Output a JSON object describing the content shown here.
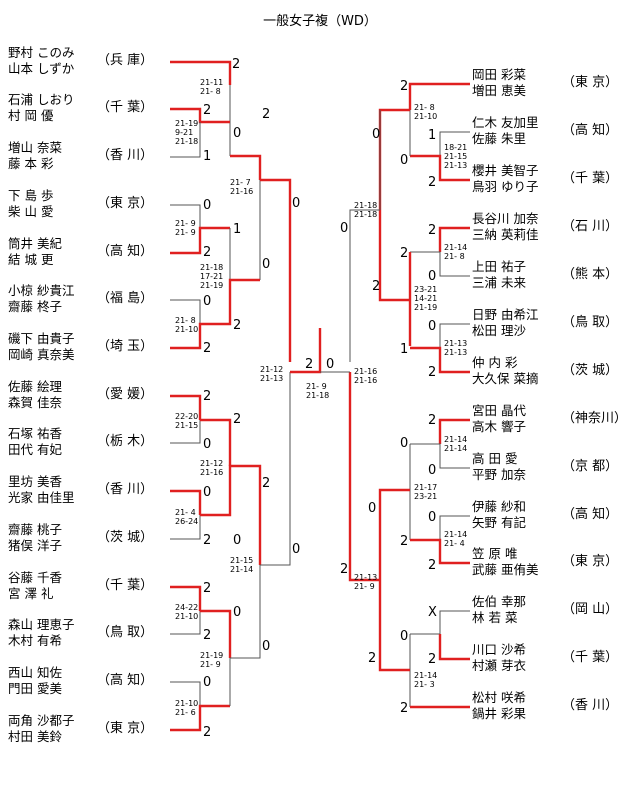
{
  "title": "一般女子複（WD）",
  "left": [
    {
      "p1": "野村 このみ",
      "p2": "山本 しずか",
      "pref": "（兵 庫）"
    },
    {
      "p1": "石浦 しおり",
      "p2": "村 岡  優",
      "pref": "（千 葉）"
    },
    {
      "p1": "増山 奈菜",
      "p2": "藤 本  彩",
      "pref": "（香 川）"
    },
    {
      "p1": "下 島  歩",
      "p2": "柴 山  愛",
      "pref": "（東 京）"
    },
    {
      "p1": "筒井 美紀",
      "p2": "結 城  更",
      "pref": "（高 知）"
    },
    {
      "p1": "小椋 紗貴江",
      "p2": "齋藤 柊子",
      "pref": "（福 島）"
    },
    {
      "p1": "磯下 由貴子",
      "p2": "岡崎 真奈美",
      "pref": "（埼 玉）"
    },
    {
      "p1": "佐藤 絵理",
      "p2": "森賀 佳奈",
      "pref": "（愛 媛）"
    },
    {
      "p1": "石塚 祐香",
      "p2": "田代 有妃",
      "pref": "（栃 木）"
    },
    {
      "p1": "里坊 美香",
      "p2": "光家 由佳里",
      "pref": "（香 川）"
    },
    {
      "p1": "齋藤 桃子",
      "p2": "猪俣 洋子",
      "pref": "（茨 城）"
    },
    {
      "p1": "谷藤 千香",
      "p2": "宮 澤  礼",
      "pref": "（千 葉）"
    },
    {
      "p1": "森山 理恵子",
      "p2": "木村 有希",
      "pref": "（鳥 取）"
    },
    {
      "p1": "西山 知佐",
      "p2": "門田 愛美",
      "pref": "（高 知）"
    },
    {
      "p1": "両角 沙都子",
      "p2": "村田 美鈴",
      "pref": "（東 京）"
    }
  ],
  "right": [
    {
      "p1": "岡田 彩菜",
      "p2": "増田 恵美",
      "pref": "（東 京）"
    },
    {
      "p1": "仁木 友加里",
      "p2": "佐藤 朱里",
      "pref": "（高 知）"
    },
    {
      "p1": "櫻井 美智子",
      "p2": "鳥羽 ゆり子",
      "pref": "（千 葉）"
    },
    {
      "p1": "長谷川 加奈",
      "p2": "三納 英莉佳",
      "pref": "（石 川）"
    },
    {
      "p1": "上田 祐子",
      "p2": "三浦 未来",
      "pref": "（熊 本）"
    },
    {
      "p1": "日野 由希江",
      "p2": "松田 理沙",
      "pref": "（鳥 取）"
    },
    {
      "p1": "仲 内  彩",
      "p2": "大久保 菜摘",
      "pref": "（茨 城）"
    },
    {
      "p1": "宮田 晶代",
      "p2": "高木 響子",
      "pref": "（神奈川）"
    },
    {
      "p1": "高 田  愛",
      "p2": "平野 加奈",
      "pref": "（京 都）"
    },
    {
      "p1": "伊藤 紗和",
      "p2": "矢野 有記",
      "pref": "（高 知）"
    },
    {
      "p1": "笠 原  唯",
      "p2": "武藤 亜侑美",
      "pref": "（東 京）"
    },
    {
      "p1": "佐伯 幸那",
      "p2": "林  若 菜",
      "pref": "（岡 山）"
    },
    {
      "p1": "川口 沙希",
      "p2": "村瀬 芽衣",
      "pref": "（千 葉）"
    },
    {
      "p1": "松村 咲希",
      "p2": "鍋井 彩果",
      "pref": "（香 川）"
    }
  ],
  "scores": {
    "num": {
      "a": "2",
      "b": "2",
      "c": "0",
      "d": "1",
      "e": "2",
      "f": "0",
      "g": "1",
      "h": "2",
      "i": "0",
      "j": "0",
      "k": "2",
      "l": "2",
      "m": "0",
      "n": "2",
      "o": "2",
      "p": "0",
      "q": "2",
      "r": "0",
      "s": "2",
      "t": "0",
      "u": "0",
      "v": "2",
      "w": "0",
      "x": "2",
      "y": "0",
      "ra": "2",
      "rb": "0",
      "rc": "1",
      "rd": "2",
      "re": "0",
      "rf": "2",
      "rg": "0",
      "rh": "2",
      "ri": "0",
      "rj": "2",
      "rk": "0",
      "rl": "1",
      "rm": "2",
      "rn": "2",
      "ro": "0",
      "rp": "0",
      "rq": "2",
      "rr": "0",
      "rs": "2",
      "rt": "X",
      "ru": "0",
      "rv": "2",
      "rw": "2",
      "rx": "2",
      "final_l": "2",
      "final_r": "0"
    },
    "set": {
      "s1": [
        "21-11",
        "21- 8"
      ],
      "s2": [
        "21-19",
        "9-21",
        "21-18"
      ],
      "s3": [
        "21- 7",
        "21-16"
      ],
      "s4": [
        "21- 9",
        "21- 9"
      ],
      "s5": [
        "21-18",
        "17-21",
        "21-19"
      ],
      "s6": [
        "21- 8",
        "21-10"
      ],
      "s7": [
        "22-20",
        "21-15"
      ],
      "s8": [
        "21-12",
        "21-16"
      ],
      "s9": [
        "21- 4",
        "26-24"
      ],
      "s10": [
        "21-15",
        "21-14"
      ],
      "s11": [
        "24-22",
        "21-10"
      ],
      "s12": [
        "21-19",
        "21- 9"
      ],
      "s13": [
        "21-10",
        "21- 6"
      ],
      "s14": [
        "21-12",
        "21-13"
      ],
      "sF": [
        "21- 9",
        "21-18"
      ],
      "r1": [
        "21- 8",
        "21-10"
      ],
      "r2": [
        "18-21",
        "21-15",
        "21-13"
      ],
      "r3": [
        "21-18",
        "21-18"
      ],
      "r4": [
        "21-14",
        "21- 8"
      ],
      "r5": [
        "23-21",
        "14-21",
        "21-19"
      ],
      "r6": [
        "21-13",
        "21-13"
      ],
      "r7": [
        "21-16",
        "21-16"
      ],
      "r8": [
        "21-14",
        "21-14"
      ],
      "r9": [
        "21-17",
        "23-21"
      ],
      "r10": [
        "21-14",
        "21- 4"
      ],
      "r11": [
        "21-13",
        "21- 9"
      ],
      "r12": [
        "21-14",
        "21- 3"
      ]
    }
  }
}
